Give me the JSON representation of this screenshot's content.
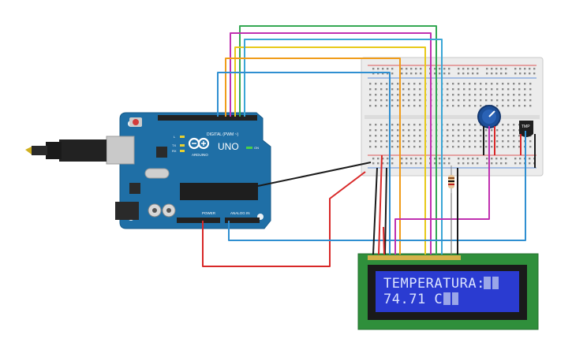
{
  "arduino": {
    "brand": "ARDUINO",
    "model": "UNO",
    "digital_header": "DIGITAL (PWM ~)",
    "power_header": "POWER",
    "analog_header": "ANALOG IN",
    "led_labels": [
      "L",
      "TX",
      "RX"
    ],
    "on_label": "ON"
  },
  "sensor": {
    "label": "TMP"
  },
  "lcd": {
    "line1": "TEMPERATURA:",
    "line2": "74.71 C"
  },
  "colors": {
    "arduino_board": "#1f6fa6",
    "breadboard": "#ebebeb",
    "lcd_board": "#2f8f3b",
    "lcd_screen": "#2a3bd1",
    "wire_green": "#34a853",
    "wire_magenta": "#c030b0",
    "wire_orange": "#f09c1a",
    "wire_yellow": "#e8c91a",
    "wire_cyan": "#3aa6d6",
    "wire_red": "#d82828",
    "wire_black": "#1b1b1b",
    "wire_blue": "#2f8fd1"
  }
}
